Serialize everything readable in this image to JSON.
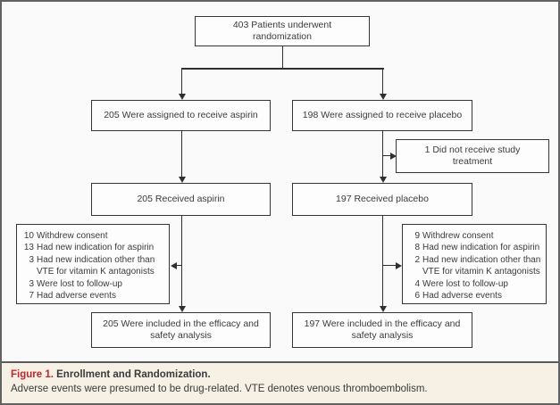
{
  "figure": {
    "caption_label": "Figure 1.",
    "caption_title": "Enrollment and Randomization.",
    "caption_note": "Adverse events were presumed to be drug-related. VTE denotes venous thromboembolism."
  },
  "colors": {
    "accent_red": "#c0272d",
    "caption_bg": "#f6f1e4",
    "frame_border": "#626264",
    "box_border": "#353537",
    "diagram_bg": "#fafafa"
  },
  "nodes": {
    "randomized": "403 Patients underwent randomization",
    "assigned_aspirin": "205 Were assigned to receive aspirin",
    "assigned_placebo": "198 Were assigned to receive placebo",
    "not_treated": "1 Did not receive study treatment",
    "received_aspirin": "205 Received aspirin",
    "received_placebo": "197 Received placebo",
    "analysis_aspirin": "205 Were included in the efficacy and safety analysis",
    "analysis_placebo": "197 Were included in the efficacy and safety analysis",
    "excluded_aspirin": {
      "lines": [
        {
          "n": "10",
          "t": "Withdrew consent"
        },
        {
          "n": "13",
          "t": "Had new indication for aspirin"
        },
        {
          "n": "3",
          "t": "Had new indication other than VTE for vitamin K antagonists"
        },
        {
          "n": "3",
          "t": "Were lost to follow-up"
        },
        {
          "n": "7",
          "t": "Had adverse events"
        }
      ]
    },
    "excluded_placebo": {
      "lines": [
        {
          "n": "9",
          "t": "Withdrew consent"
        },
        {
          "n": "8",
          "t": "Had new indication for aspirin"
        },
        {
          "n": "2",
          "t": "Had new indication other than VTE for vitamin K antagonists"
        },
        {
          "n": "4",
          "t": "Were lost to follow-up"
        },
        {
          "n": "6",
          "t": "Had adverse events"
        }
      ]
    }
  }
}
